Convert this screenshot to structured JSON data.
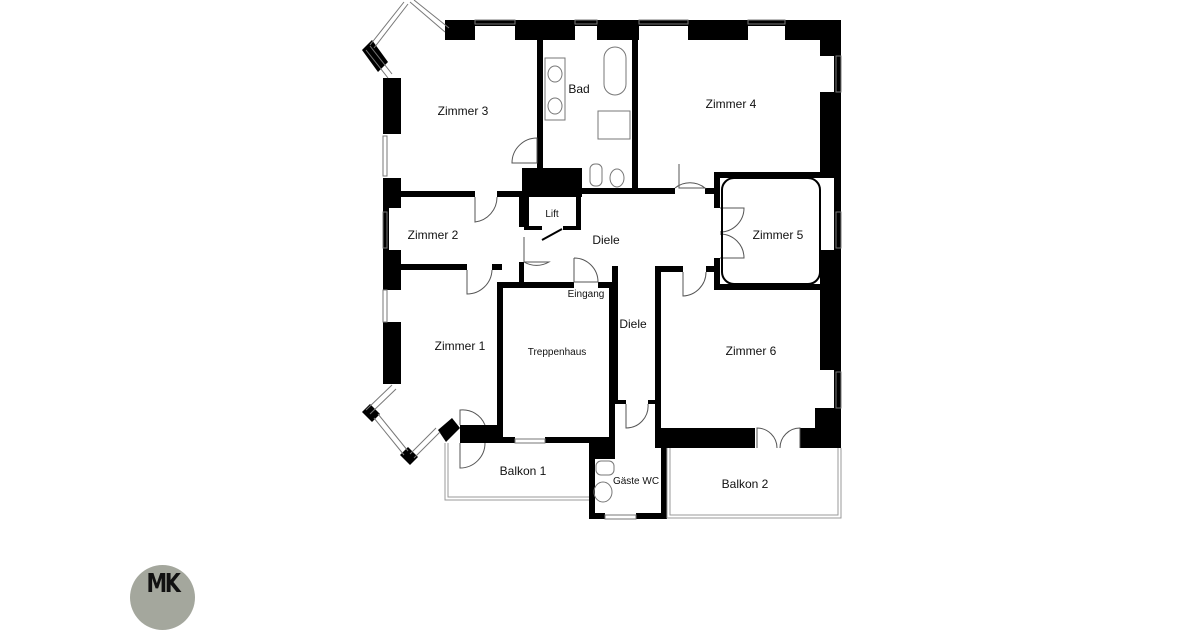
{
  "floorplan": {
    "rooms": [
      {
        "id": "zimmer3",
        "label": "Zimmer 3"
      },
      {
        "id": "bad",
        "label": "Bad"
      },
      {
        "id": "zimmer4",
        "label": "Zimmer 4"
      },
      {
        "id": "lift",
        "label": "Lift"
      },
      {
        "id": "zimmer2",
        "label": "Zimmer 2"
      },
      {
        "id": "diele1",
        "label": "Diele"
      },
      {
        "id": "zimmer5",
        "label": "Zimmer 5"
      },
      {
        "id": "eingang",
        "label": "Eingang"
      },
      {
        "id": "diele2",
        "label": "Diele"
      },
      {
        "id": "zimmer1",
        "label": "Zimmer 1"
      },
      {
        "id": "treppenhaus",
        "label": "Treppenhaus"
      },
      {
        "id": "zimmer6",
        "label": "Zimmer 6"
      },
      {
        "id": "balkon1",
        "label": "Balkon 1"
      },
      {
        "id": "gaeste_wc",
        "label": "Gäste WC"
      },
      {
        "id": "balkon2",
        "label": "Balkon 2"
      }
    ],
    "colors": {
      "wall": "#000000",
      "window": "#bbbbbb",
      "fixture": "#888888",
      "background": "#ffffff",
      "logo": "#a4a79d"
    }
  },
  "logo": {
    "text": "MK"
  }
}
